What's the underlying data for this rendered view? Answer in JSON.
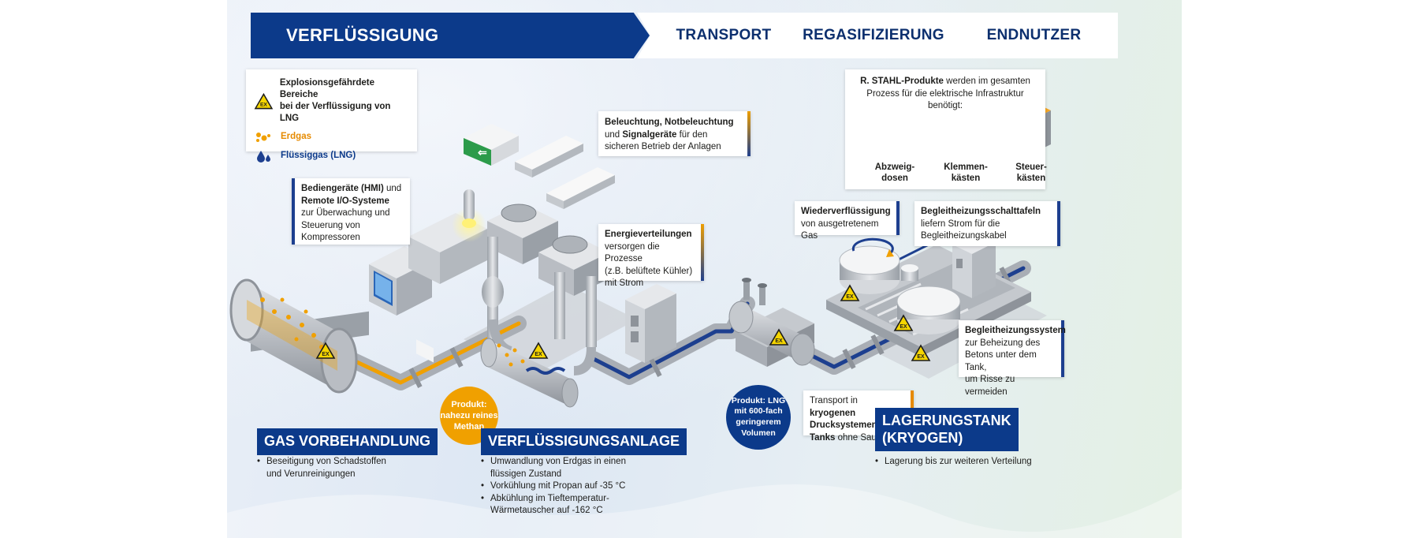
{
  "steps": [
    "VERFLÜSSIGUNG",
    "TRANSPORT",
    "REGASIFIZIERUNG",
    "ENDNUTZER"
  ],
  "legend": {
    "title_line1": "Explosionsgefährdete Bereiche",
    "title_line2": "bei der Verflüssigung von LNG",
    "erdgas": "Erdgas",
    "fluessiggas": "Flüssiggas (LNG)",
    "ex_label": "EX"
  },
  "colors": {
    "navy": "#0c3a8a",
    "orange": "#f0a000",
    "warning": "#f5d500"
  },
  "hmi_box": {
    "b1": "Bediengeräte (HMI)",
    "t1": " und",
    "b2": "Remote I/O-Systeme",
    "t2": "zur Überwachung und",
    "t3": "Steuerung von",
    "t4": "Kompressoren"
  },
  "light_box": {
    "b1": "Beleuchtung, Notbeleuchtung",
    "t1": "und ",
    "b2": "Signalgeräte",
    "t2": " für den",
    "t3": "sicheren Betrieb der Anlagen"
  },
  "energy_box": {
    "b1": "Energieverteilungen",
    "t1": "versorgen die Prozesse",
    "t2": "(z.B. belüftete Kühler)",
    "t3": "mit Strom"
  },
  "products_box": {
    "b1": "R. STAHL-Produkte",
    "t1": " werden im gesamten",
    "t2": "Prozess für die elektrische Infrastruktur benötigt:",
    "items": [
      {
        "l1": "Abzweig-",
        "l2": "dosen"
      },
      {
        "l1": "Klemmen-",
        "l2": "kästen"
      },
      {
        "l1": "Steuer-",
        "l2": "kästen"
      }
    ]
  },
  "reliq_box": {
    "b1": "Wiederverflüssigung",
    "t1": "von ausgetretenem Gas"
  },
  "panel_box": {
    "b1": "Begleitheizungsschalttafeln",
    "t1": "liefern Strom für die",
    "t2": "Begleitheizungskabel"
  },
  "heat_box": {
    "b1": "Begleitheizungssystem",
    "t1": "zur Beheizung des",
    "t2": "Betons unter dem Tank,",
    "t3": "um Risse zu vermeiden"
  },
  "transport_box": {
    "t1": "Transport in ",
    "b1": "kryogenen",
    "b2": "Drucksystemen oder",
    "b3": "Tanks",
    "t2": " ohne Sauerstoff"
  },
  "bubble_methan": [
    "Produkt:",
    "nahezu reines",
    "Methan"
  ],
  "bubble_lng": [
    "Produkt: LNG",
    "mit 600-fach",
    "geringerem",
    "Volumen"
  ],
  "sections": {
    "gas": {
      "title": "GAS VORBEHANDLUNG",
      "bullets": [
        "Beseitigung von Schadstoffen",
        "und Verunreinigungen"
      ]
    },
    "liq": {
      "title": "VERFLÜSSIGUNGSANLAGE",
      "bullets": [
        "Umwandlung von Erdgas in einen",
        "flüssigen Zustand",
        "Vorkühlung mit Propan auf -35 °C",
        "Abkühlung im Tieftemperatur-",
        "Wärmetauscher auf -162 °C"
      ]
    },
    "tank": {
      "title1": "LAGERUNGSTANK",
      "title2": "(KRYOGEN)",
      "bullets": [
        "Lagerung bis zur weiteren Verteilung"
      ]
    }
  }
}
